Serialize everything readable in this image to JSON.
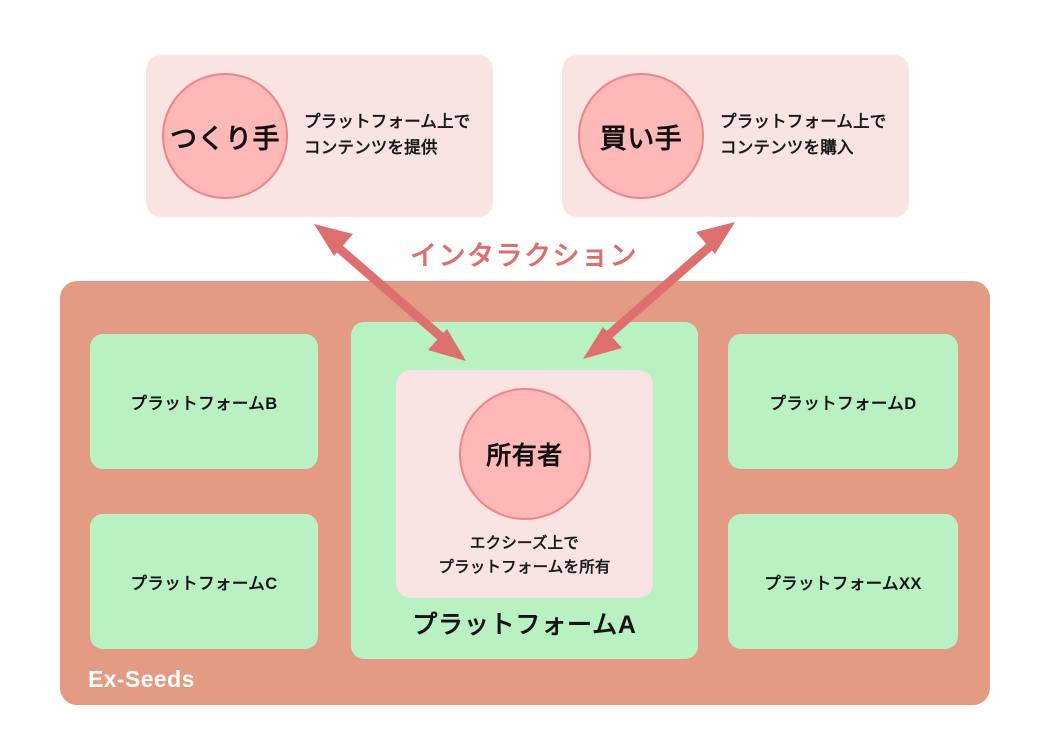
{
  "diagram": {
    "title_label": "Ex-Seeds",
    "interaction_label": "インタラクション",
    "colors": {
      "card_pink": "#F9E3E3",
      "circle_pink": "#FFB8B8",
      "circle_border": "#F08484",
      "container_orange": "#E39C83",
      "platform_green": "#B9F1C2",
      "arrow_red": "#DD6F6F",
      "text_dark": "#141414",
      "text_white": "#FFFFFF"
    }
  },
  "actors": [
    {
      "id": "creator",
      "circle_label": "つくり手",
      "description": "プラットフォーム上で\nコンテンツを提供"
    },
    {
      "id": "buyer",
      "circle_label": "買い手",
      "description": "プラットフォーム上で\nコンテンツを購入"
    }
  ],
  "platform_a": {
    "name": "プラットフォームA",
    "owner_circle_label": "所有者",
    "owner_description": "エクシーズ上で\nプラットフォームを所有"
  },
  "platforms": [
    {
      "id": "b",
      "name": "プラットフォームB"
    },
    {
      "id": "c",
      "name": "プラットフォームC"
    },
    {
      "id": "d",
      "name": "プラットフォームD"
    },
    {
      "id": "xx",
      "name": "プラットフォームXX"
    }
  ],
  "arrows": [
    {
      "id": "creator-owner",
      "from": "つくり手",
      "to": "所有者",
      "style": "double-headed"
    },
    {
      "id": "buyer-owner",
      "from": "買い手",
      "to": "所有者",
      "style": "double-headed"
    }
  ]
}
